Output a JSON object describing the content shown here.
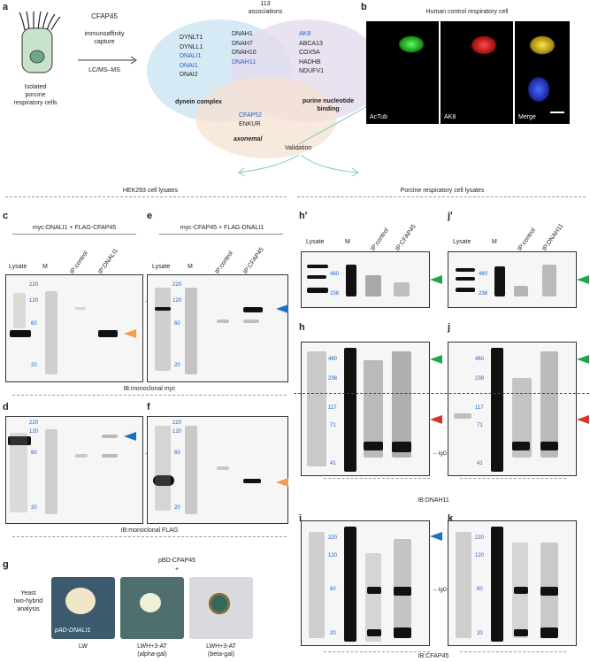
{
  "panels": {
    "a": "a",
    "b": "b",
    "c": "c",
    "d": "d",
    "e": "e",
    "f": "f",
    "g": "g",
    "h_prime": "h′",
    "j_prime": "j′",
    "h": "h",
    "j": "j",
    "i": "i",
    "k": "k"
  },
  "panel_a": {
    "cell_label": "Isolated\nporcine\nrespiratory cells",
    "cfap45": "CFAP45",
    "capture": "immunoaffinity\ncapture",
    "lcms": "LC/MS–MS",
    "associations": "113\nassociations",
    "dynein_list": [
      "DYNLT1",
      "DYNLL1",
      "DNALI1",
      "DNAI1",
      "DNAI2"
    ],
    "dynein_blue": [
      false,
      false,
      true,
      true,
      false
    ],
    "center_list": [
      "DNAH1",
      "DNAH7",
      "DNAH10",
      "DNAH11"
    ],
    "center_blue": [
      false,
      false,
      false,
      true
    ],
    "purine_list": [
      "AK8",
      "ABCA13",
      "COX5A",
      "HADHB",
      "NDUFV1"
    ],
    "purine_blue": [
      true,
      false,
      false,
      false,
      false
    ],
    "axonemal_list": [
      "CFAP52",
      "ENKUR"
    ],
    "axonemal_blue": [
      true,
      false
    ],
    "dynein_title": "dynein complex",
    "purine_title": "purine nucleotide\nbinding",
    "axonemal_title": "axonemal",
    "validation": "Validation"
  },
  "panel_b": {
    "title": "Human control respiratory cell",
    "images": [
      "AcTub",
      "AK8",
      "Merge"
    ]
  },
  "sections": {
    "hek": "HEK293 cell lysates",
    "porcine": "Porcine respiratory cell lysates"
  },
  "panel_c": {
    "title": "myc-DNALI1 + FLAG-CFAP45",
    "lanes": [
      "Lysate",
      "M",
      "IP:control",
      "IP:DNALI1"
    ]
  },
  "panel_e": {
    "title": "myc-CFAP45 + FLAG-DNALI1",
    "lanes": [
      "Lysate",
      "M",
      "IP:control",
      "IP:CFAP45"
    ]
  },
  "ib_myc": "IB:monoclonal myc",
  "ib_flag": "IB:monoclonal FLAG",
  "ib_dnah11": "IB:DNAH11",
  "ib_cfap45": "IB:CFAP45",
  "igg": "-- IgG --",
  "mw_cdef": [
    "220",
    "120",
    "60",
    "20"
  ],
  "mw_prime": [
    "460",
    "238"
  ],
  "mw_hj": [
    "460",
    "238",
    "117",
    "71",
    "41"
  ],
  "mw_ik": [
    "220",
    "120",
    "60",
    "20"
  ],
  "panel_hp": {
    "lanes": [
      "Lysate",
      "M",
      "IP:control",
      "IP:CFAP45"
    ]
  },
  "panel_jp": {
    "lanes": [
      "Lysate",
      "M",
      "IP:control",
      "IP:DNAH11"
    ]
  },
  "panel_g": {
    "title": "pBD-CFAP45",
    "plus": "+",
    "side": "Yeast\ntwo-hybrid\nanalysis",
    "insert": "pAD-DNALI1",
    "conds": [
      "LW",
      "LWH+3-AT\n(alpha-gal)",
      "LWH+3-AT\n(beta-gal)"
    ]
  },
  "colors": {
    "green_arrow": "#1ea64a",
    "red_arrow": "#d8342c",
    "blue_arrow": "#1f6fc4",
    "orange_arrow": "#f39c4a",
    "mw_blue": "#1a5fd0",
    "venn_blue": "#cfe6f4",
    "venn_purple": "#e3dced",
    "venn_peach": "#f6e2d2"
  }
}
